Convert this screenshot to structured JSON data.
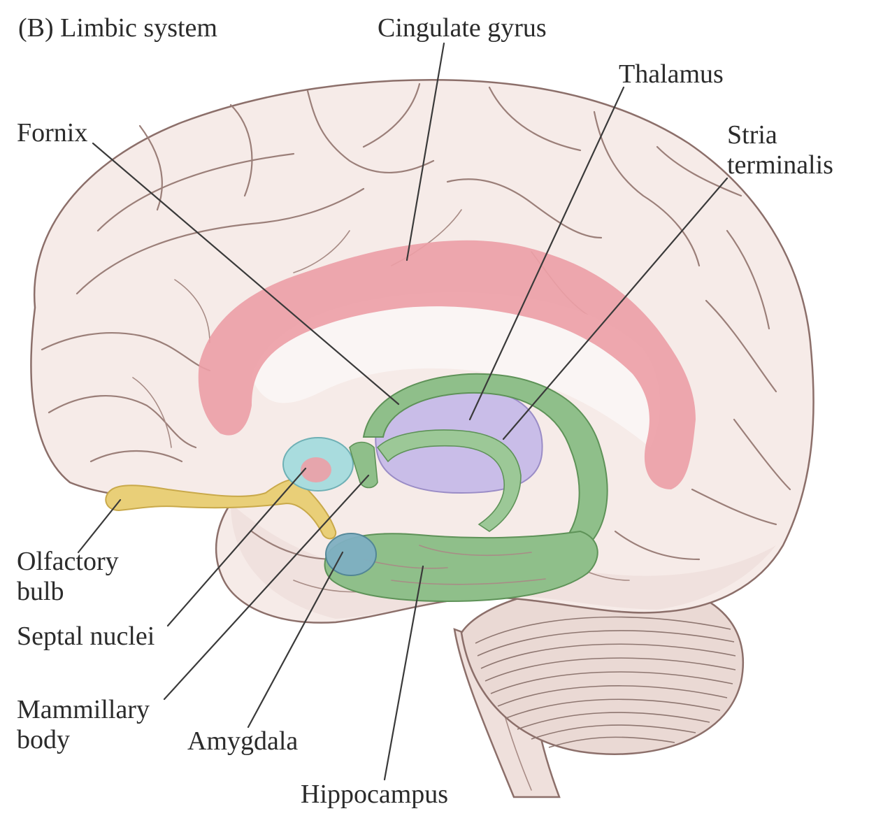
{
  "figure": {
    "panel_title": "(B)  Limbic system",
    "labels": {
      "cingulate_gyrus": "Cingulate gyrus",
      "thalamus": "Thalamus",
      "fornix": "Fornix",
      "stria_line1": "Stria",
      "stria_line2": "terminalis",
      "olfactory_line1": "Olfactory",
      "olfactory_line2": "bulb",
      "septal_nuclei": "Septal nuclei",
      "mammillary_line1": "Mammillary",
      "mammillary_line2": "body",
      "amygdala": "Amygdala",
      "hippocampus": "Hippocampus"
    },
    "colors": {
      "brain_tissue": "#f6ebe8",
      "brain_shadow": "#e8d3ce",
      "cingulate_gyrus": "#ec9fa6",
      "thalamus": "#c9bde8",
      "fornix_hippocampus": "#8fbf8a",
      "olfactory": "#e9cf78",
      "septal_nuclei": "#a9dcde",
      "amygdala": "#7fb0c2",
      "cerebellum": "#ead9d4"
    }
  }
}
